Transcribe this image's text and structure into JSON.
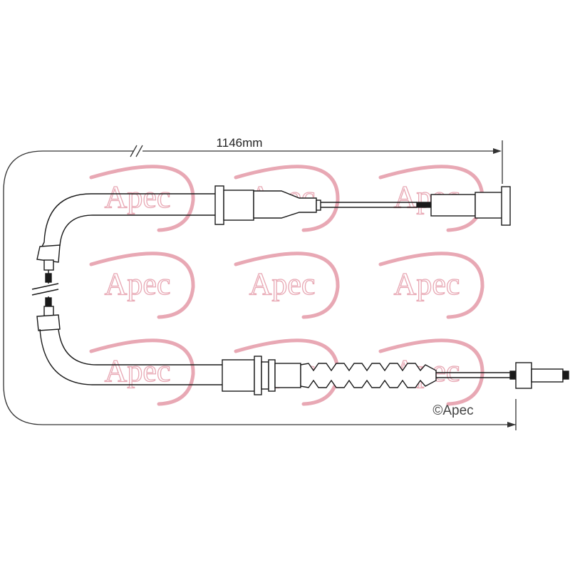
{
  "dimension": {
    "length_label": "1146mm"
  },
  "copyright": {
    "label": "©Apec"
  },
  "watermark": {
    "text": "Apec",
    "color": "#e8a8b4"
  },
  "colors": {
    "line": "#1a1a1a",
    "dimension_line": "#333333"
  }
}
